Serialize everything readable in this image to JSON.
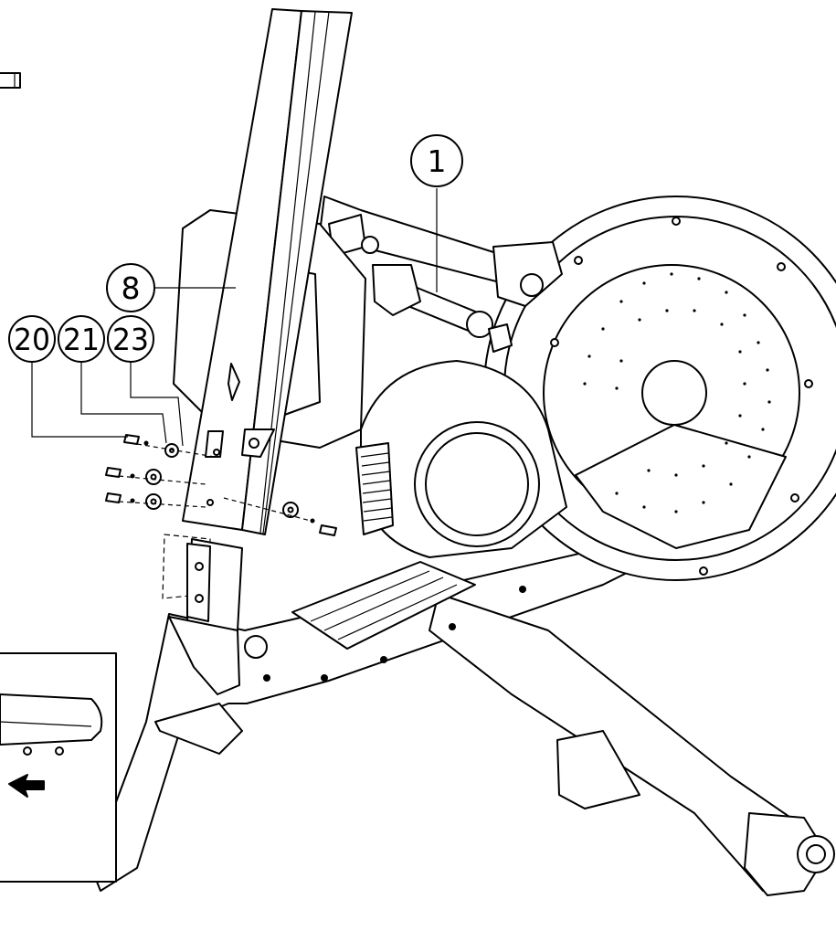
{
  "callouts": {
    "c1": "1",
    "c8": "8",
    "c20": "20",
    "c21": "21",
    "c23": "23"
  },
  "colors": {
    "line": "#000000",
    "background": "#ffffff"
  }
}
